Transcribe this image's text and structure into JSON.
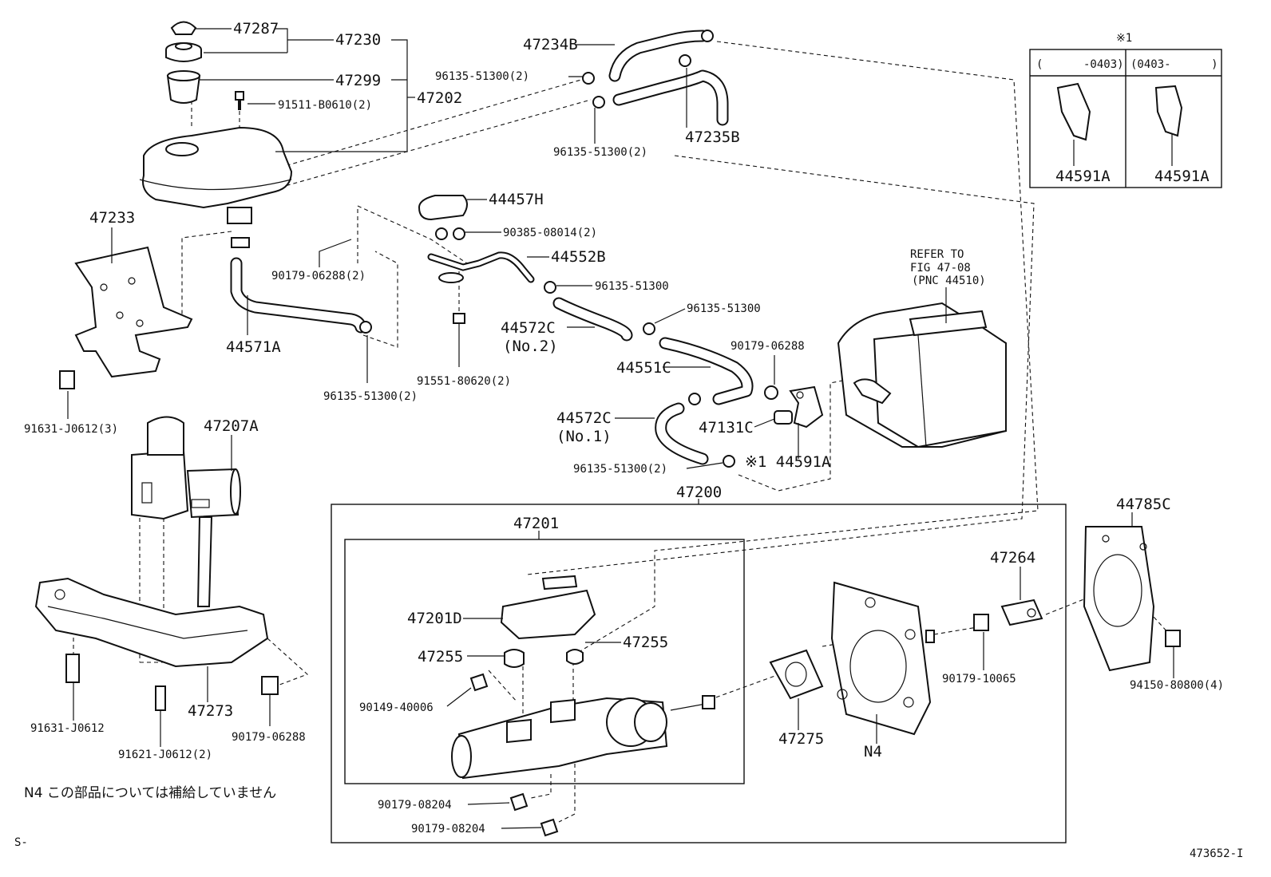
{
  "diagram": {
    "note_text": "N4 この部品については補給していません",
    "corner_left": "S-",
    "corner_right": "473652-I",
    "refer_note": [
      "REFER TO",
      "FIG 47-08",
      "(PNC 44510)"
    ],
    "inset": {
      "marker": "※1",
      "col_left": "(      -0403)",
      "col_right": "(0403-      )",
      "part_left": "44591A",
      "part_right": "44591A"
    },
    "labels": {
      "p47287": "47287",
      "p47230": "47230",
      "p47299": "47299",
      "p47202": "47202",
      "p91511": "91511-B0610(2)",
      "p47234B": "47234B",
      "p96135_top": "96135-51300(2)",
      "p96135_top2": "96135-51300(2)",
      "p47235B": "47235B",
      "p47233": "47233",
      "p44457H": "44457H",
      "p90385": "90385-08014(2)",
      "p44552B": "44552B",
      "p96135_a": "96135-51300",
      "p96135_b": "96135-51300",
      "p90179_06288a": "90179-06288(2)",
      "p44571A": "44571A",
      "p44572C_2": "44572C",
      "p44572C_2b": "(No.2)",
      "p91551": "91551-80620(2)",
      "p96135_mid": "96135-51300(2)",
      "p44551C": "44551C",
      "p90179_06288b": "90179-06288",
      "p44572C_1": "44572C",
      "p44572C_1b": "(No.1)",
      "p47131C": "47131C",
      "p96135_low": "96135-51300(2)",
      "p44591A": "※1 44591A",
      "p91631_3": "91631-J0612(3)",
      "p47207A": "47207A",
      "p47200": "47200",
      "p47201": "47201",
      "p47201D": "47201D",
      "p47255a": "47255",
      "p47255b": "47255",
      "p90149": "90149-40006",
      "p90179_08204a": "90179-08204",
      "p90179_08204b": "90179-08204",
      "p47275": "47275",
      "pN4": "N4",
      "p90179_10065": "90179-10065",
      "p47264": "47264",
      "p44785C": "44785C",
      "p94150": "94150-80800(4)",
      "p91631": "91631-J0612",
      "p91621": "91621-J0612(2)",
      "p47273": "47273",
      "p90179_06288c": "90179-06288"
    }
  }
}
